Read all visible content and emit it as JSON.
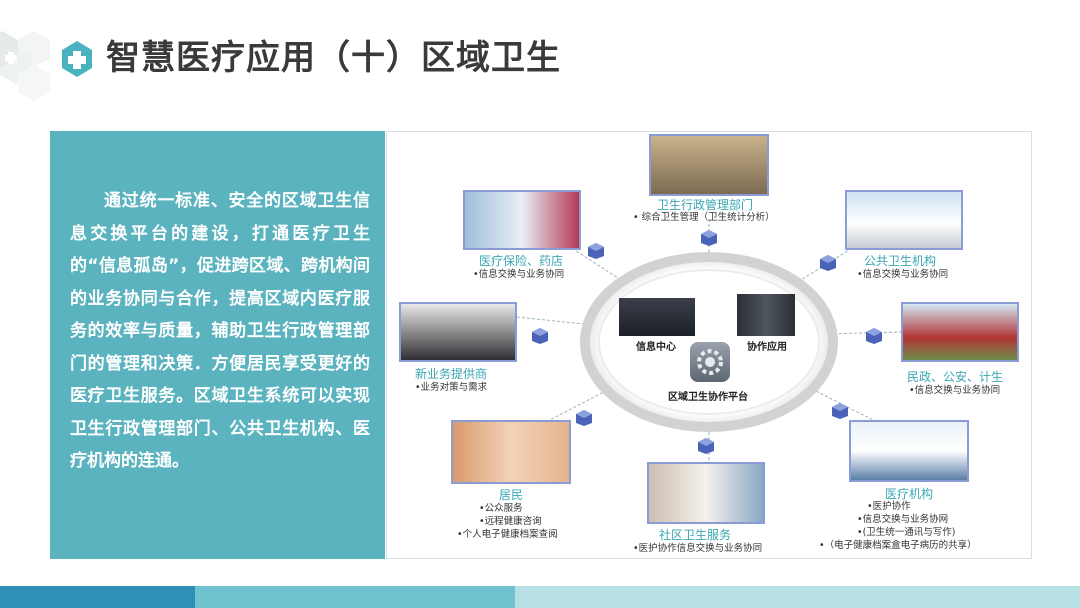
{
  "header": {
    "title": "智慧医疗应用（十）区域卫生"
  },
  "panel": {
    "text": "通过统一标准、安全的区域卫生信息交换平台的建设，打通医疗卫生的“信息孤岛”，促进跨区域、跨机构间的业务协同与合作，提高区域内医疗服务的效率与质量，辅助卫生行政管理部门的管理和决策．方便居民享受更好的医疗卫生服务。区域卫生系统可以实现卫生行政管理部门、公共卫生机构、医疗机构的连通。"
  },
  "diagram": {
    "center": {
      "info": "信息中心",
      "collab": "协作应用",
      "platform": "区域卫生协作平台"
    },
    "nodes": {
      "admin": {
        "label": "卫生行政管理部门",
        "subs": [
          "• 综合卫生管理（卫生统计分析）"
        ]
      },
      "insurance": {
        "label": "医疗保险、药店",
        "subs": [
          "•信息交换与业务协同"
        ]
      },
      "public_health": {
        "label": "公共卫生机构",
        "subs": [
          "•信息交换与业务协同"
        ]
      },
      "new_business": {
        "label": "新业务提供商",
        "subs": [
          "•业务对策与需求"
        ]
      },
      "civil": {
        "label": "民政、公安、计生",
        "subs": [
          "•信息交换与业务协同"
        ]
      },
      "resident": {
        "label": "居民",
        "subs": [
          "•公众服务",
          "•远程健康咨询",
          "•个人电子健康档案查阅"
        ]
      },
      "community": {
        "label": "社区卫生服务",
        "subs": [
          "•医护协作信息交换与业务协同"
        ]
      },
      "medical": {
        "label": "医疗机构",
        "subs": [
          "•医护协作",
          "•信息交换与业务协网",
          "•(卫生统一通讯与写作)",
          "•（电子健康档案盒电子病历的共享）"
        ]
      }
    }
  },
  "colors": {
    "panel": "#5ab3be",
    "accent": "#39a6b3",
    "footer1": "#2f8fb4",
    "footer2": "#6fc3cf",
    "footer3": "#b6e0e4"
  }
}
